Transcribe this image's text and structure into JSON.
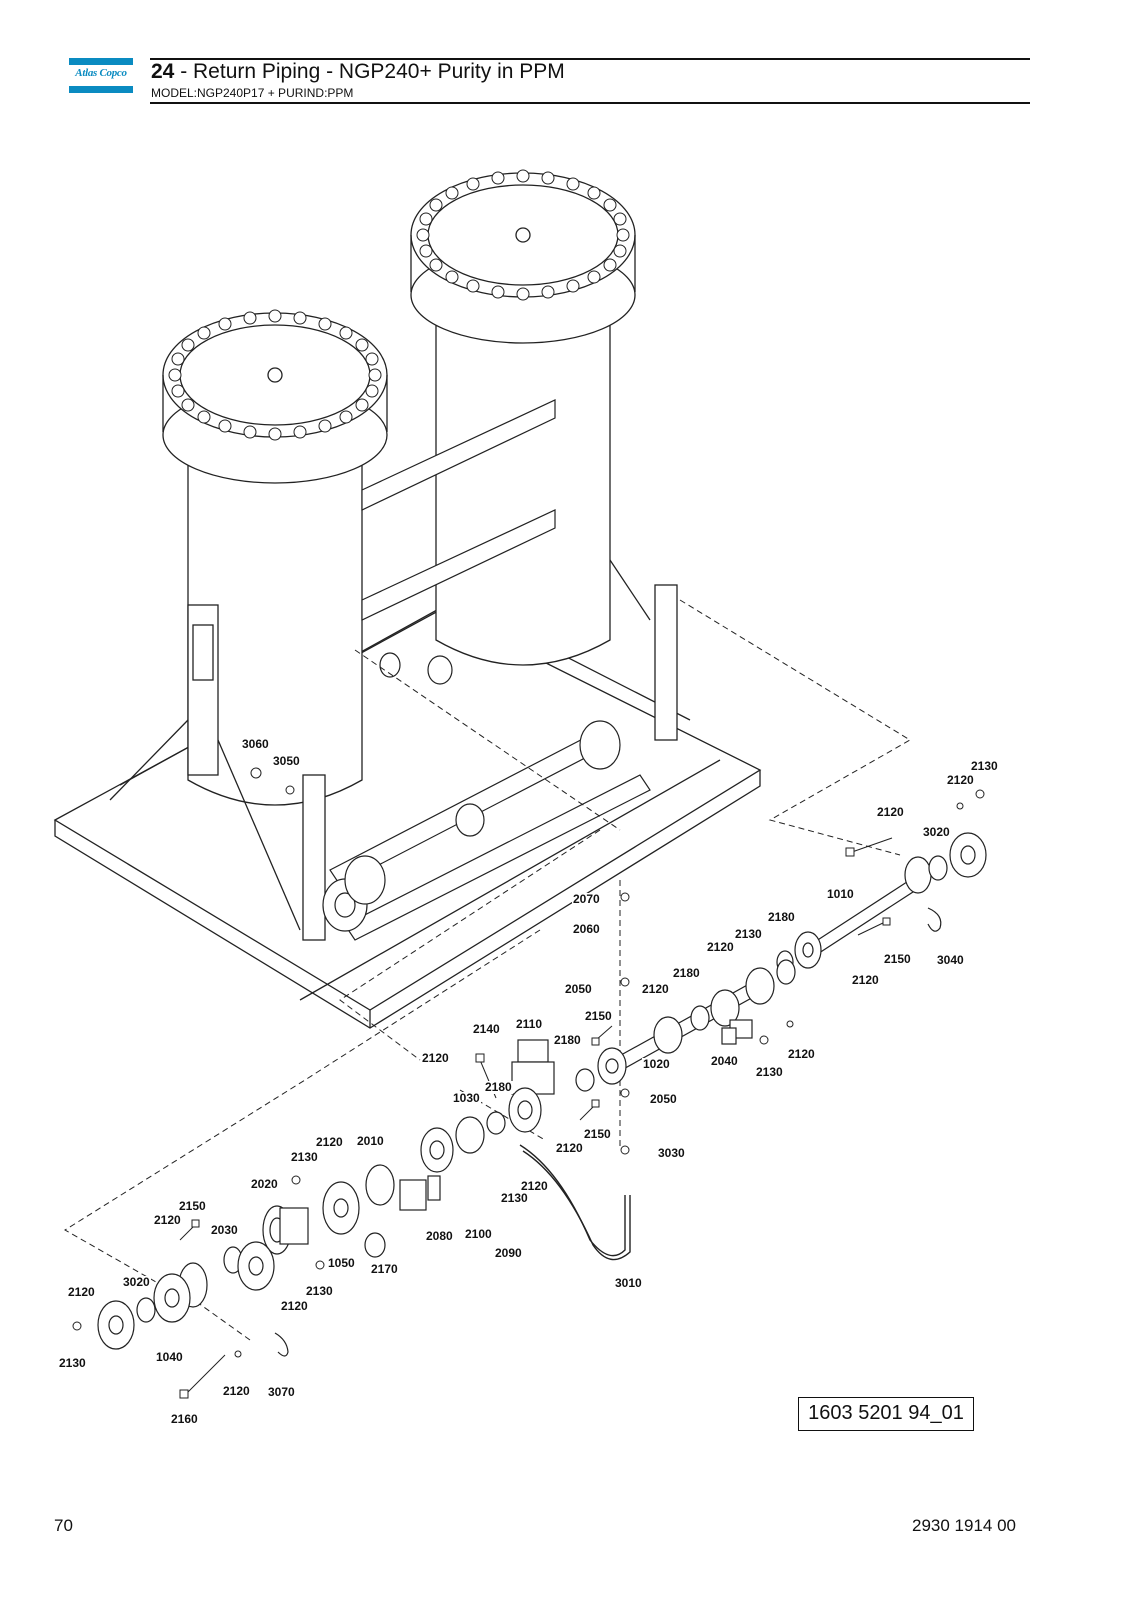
{
  "header": {
    "logo_text": "Atlas Copco",
    "section_number": "24",
    "title": " - Return Piping - NGP240+ Purity in PPM",
    "subtitle": "MODEL:NGP240P17 + PURIND:PPM"
  },
  "drawing": {
    "callouts": [
      {
        "id": "c-3060",
        "label": "3060"
      },
      {
        "id": "c-3050",
        "label": "3050"
      },
      {
        "id": "c-2130a",
        "label": "2130"
      },
      {
        "id": "c-2120a",
        "label": "2120"
      },
      {
        "id": "c-2120b",
        "label": "2120"
      },
      {
        "id": "c-3020a",
        "label": "3020"
      },
      {
        "id": "c-1010",
        "label": "1010"
      },
      {
        "id": "c-2070",
        "label": "2070"
      },
      {
        "id": "c-2060",
        "label": "2060"
      },
      {
        "id": "c-2180a",
        "label": "2180"
      },
      {
        "id": "c-2130b",
        "label": "2130"
      },
      {
        "id": "c-2120c",
        "label": "2120"
      },
      {
        "id": "c-2150a",
        "label": "2150"
      },
      {
        "id": "c-3040",
        "label": "3040"
      },
      {
        "id": "c-2120d",
        "label": "2120"
      },
      {
        "id": "c-2180b",
        "label": "2180"
      },
      {
        "id": "c-2050a",
        "label": "2050"
      },
      {
        "id": "c-2120e",
        "label": "2120"
      },
      {
        "id": "c-2150b",
        "label": "2150"
      },
      {
        "id": "c-2140",
        "label": "2140"
      },
      {
        "id": "c-2110",
        "label": "2110"
      },
      {
        "id": "c-2180c",
        "label": "2180"
      },
      {
        "id": "c-1020",
        "label": "1020"
      },
      {
        "id": "c-2040",
        "label": "2040"
      },
      {
        "id": "c-2120f",
        "label": "2120"
      },
      {
        "id": "c-2130c",
        "label": "2130"
      },
      {
        "id": "c-2120g",
        "label": "2120"
      },
      {
        "id": "c-2180d",
        "label": "2180"
      },
      {
        "id": "c-1030",
        "label": "1030"
      },
      {
        "id": "c-2050b",
        "label": "2050"
      },
      {
        "id": "c-2150c",
        "label": "2150"
      },
      {
        "id": "c-2120h",
        "label": "2120"
      },
      {
        "id": "c-3030",
        "label": "3030"
      },
      {
        "id": "c-2120i",
        "label": "2120"
      },
      {
        "id": "c-2010",
        "label": "2010"
      },
      {
        "id": "c-2130d",
        "label": "2130"
      },
      {
        "id": "c-2020",
        "label": "2020"
      },
      {
        "id": "c-2120j",
        "label": "2120"
      },
      {
        "id": "c-2130e",
        "label": "2130"
      },
      {
        "id": "c-2080",
        "label": "2080"
      },
      {
        "id": "c-2100",
        "label": "2100"
      },
      {
        "id": "c-2090",
        "label": "2090"
      },
      {
        "id": "c-2150d",
        "label": "2150"
      },
      {
        "id": "c-2120k",
        "label": "2120"
      },
      {
        "id": "c-2030",
        "label": "2030"
      },
      {
        "id": "c-1050",
        "label": "1050"
      },
      {
        "id": "c-2170",
        "label": "2170"
      },
      {
        "id": "c-2130f",
        "label": "2130"
      },
      {
        "id": "c-2120l",
        "label": "2120"
      },
      {
        "id": "c-3010",
        "label": "3010"
      },
      {
        "id": "c-2120m",
        "label": "2120"
      },
      {
        "id": "c-3020b",
        "label": "3020"
      },
      {
        "id": "c-2130g",
        "label": "2130"
      },
      {
        "id": "c-1040",
        "label": "1040"
      },
      {
        "id": "c-2120n",
        "label": "2120"
      },
      {
        "id": "c-3070",
        "label": "3070"
      },
      {
        "id": "c-2160",
        "label": "2160"
      }
    ],
    "drawing_code": "1603 5201 94_01"
  },
  "footer": {
    "page_number": "70",
    "document_number": "2930 1914 00"
  }
}
